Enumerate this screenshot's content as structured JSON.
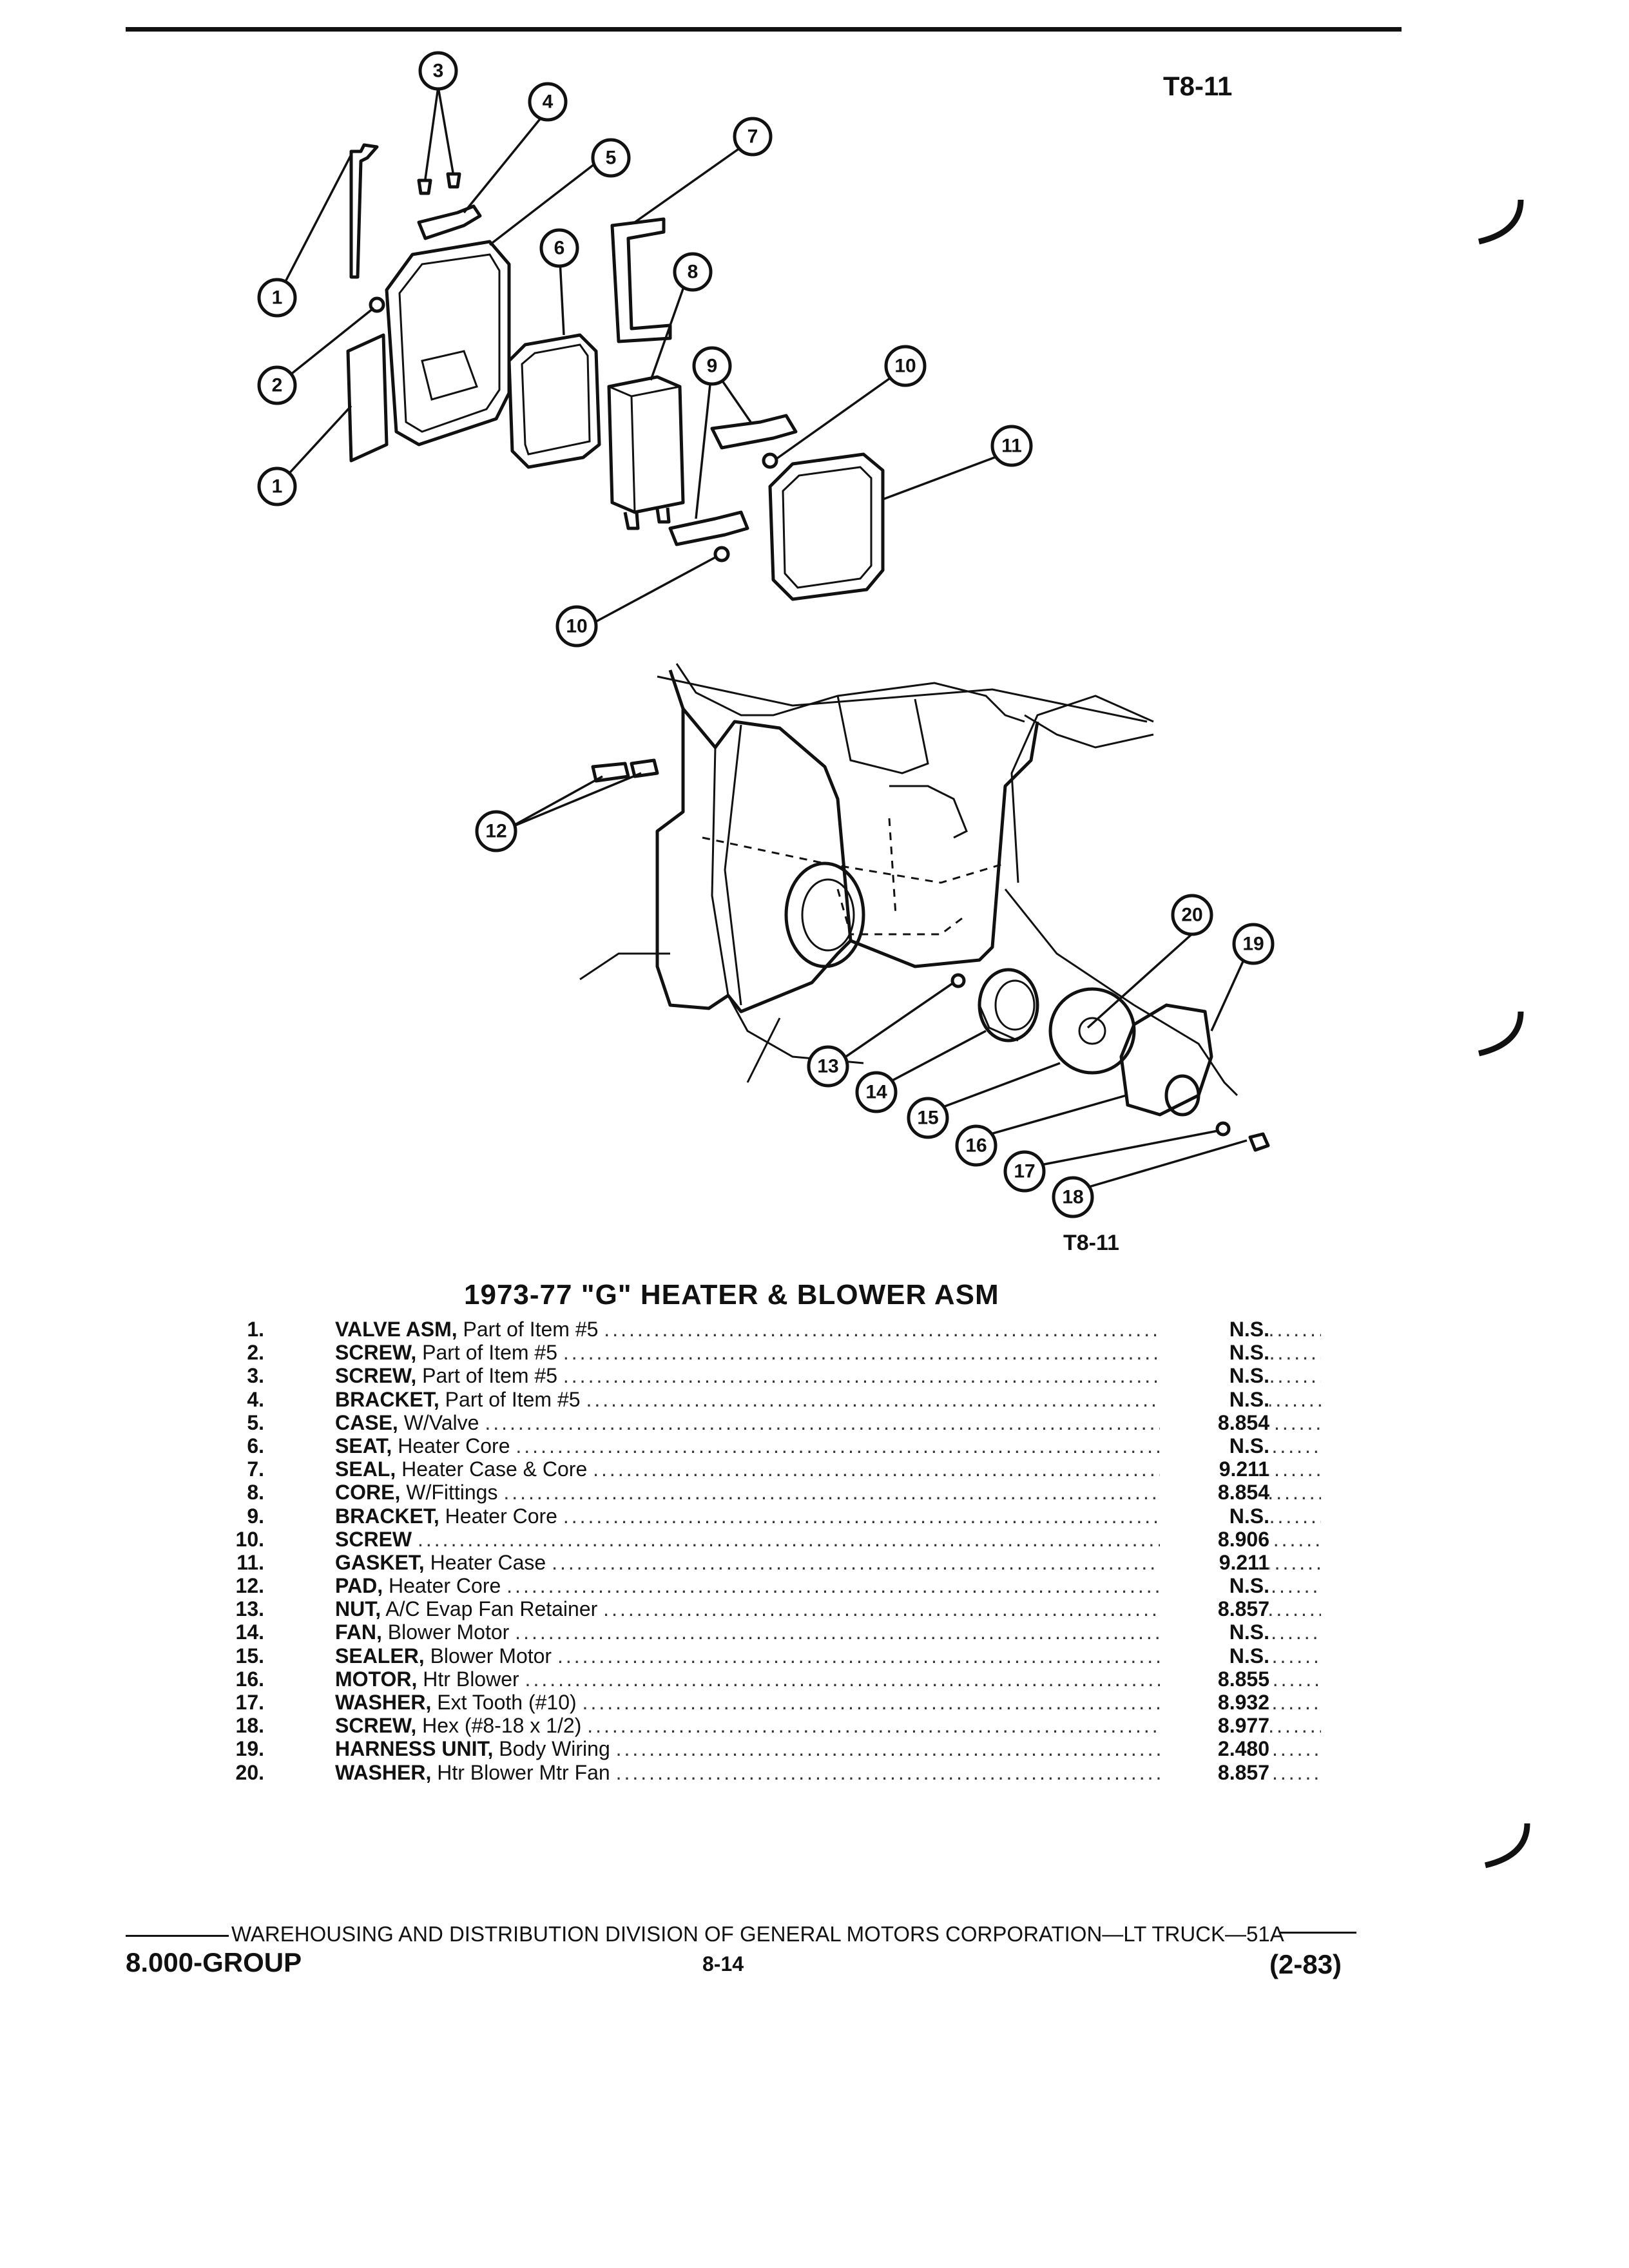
{
  "figure_code_top": "T8-11",
  "figure_code_bottom": "T8-11",
  "callouts": [
    "1",
    "2",
    "3",
    "4",
    "5",
    "6",
    "7",
    "8",
    "9",
    "10",
    "11",
    "12",
    "13",
    "14",
    "15",
    "16",
    "17",
    "18",
    "19",
    "20"
  ],
  "title": "1973-77 \"G\" HEATER & BLOWER ASM",
  "parts": [
    {
      "num": "1.",
      "name": "VALVE ASM,",
      "desc": "Part of Item #5",
      "code": "N.S."
    },
    {
      "num": "2.",
      "name": "SCREW,",
      "desc": "Part of Item #5",
      "code": "N.S."
    },
    {
      "num": "3.",
      "name": "SCREW,",
      "desc": "Part of Item #5",
      "code": "N.S."
    },
    {
      "num": "4.",
      "name": "BRACKET,",
      "desc": "Part of Item #5",
      "code": "N.S."
    },
    {
      "num": "5.",
      "name": "CASE,",
      "desc": "W/Valve",
      "code": "8.854"
    },
    {
      "num": "6.",
      "name": "SEAT,",
      "desc": "Heater Core",
      "code": "N.S."
    },
    {
      "num": "7.",
      "name": "SEAL,",
      "desc": "Heater Case & Core",
      "code": "9.211"
    },
    {
      "num": "8.",
      "name": "CORE,",
      "desc": "W/Fittings",
      "code": "8.854"
    },
    {
      "num": "9.",
      "name": "BRACKET,",
      "desc": "Heater Core",
      "code": "N.S."
    },
    {
      "num": "10.",
      "name": "SCREW",
      "desc": "",
      "code": "8.906"
    },
    {
      "num": "11.",
      "name": "GASKET,",
      "desc": "Heater Case",
      "code": "9.211"
    },
    {
      "num": "12.",
      "name": "PAD,",
      "desc": "Heater Core",
      "code": "N.S."
    },
    {
      "num": "13.",
      "name": "NUT,",
      "desc": "A/C Evap Fan Retainer",
      "code": "8.857"
    },
    {
      "num": "14.",
      "name": "FAN,",
      "desc": "Blower Motor",
      "code": "N.S."
    },
    {
      "num": "15.",
      "name": "SEALER,",
      "desc": "Blower Motor",
      "code": "N.S."
    },
    {
      "num": "16.",
      "name": "MOTOR,",
      "desc": "Htr Blower",
      "code": "8.855"
    },
    {
      "num": "17.",
      "name": "WASHER,",
      "desc": "Ext Tooth (#10)",
      "code": "8.932"
    },
    {
      "num": "18.",
      "name": "SCREW,",
      "desc": "Hex (#8-18 x 1/2)",
      "code": "8.977"
    },
    {
      "num": "19.",
      "name": "HARNESS UNIT,",
      "desc": "Body Wiring",
      "code": "2.480"
    },
    {
      "num": "20.",
      "name": "WASHER,",
      "desc": "Htr Blower Mtr Fan",
      "code": "8.857"
    }
  ],
  "footer": {
    "division": "WAREHOUSING AND DISTRIBUTION DIVISION OF GENERAL MOTORS CORPORATION—LT TRUCK—51A",
    "group": "8.000-GROUP",
    "page": "8-14",
    "date": "(2-83)"
  }
}
